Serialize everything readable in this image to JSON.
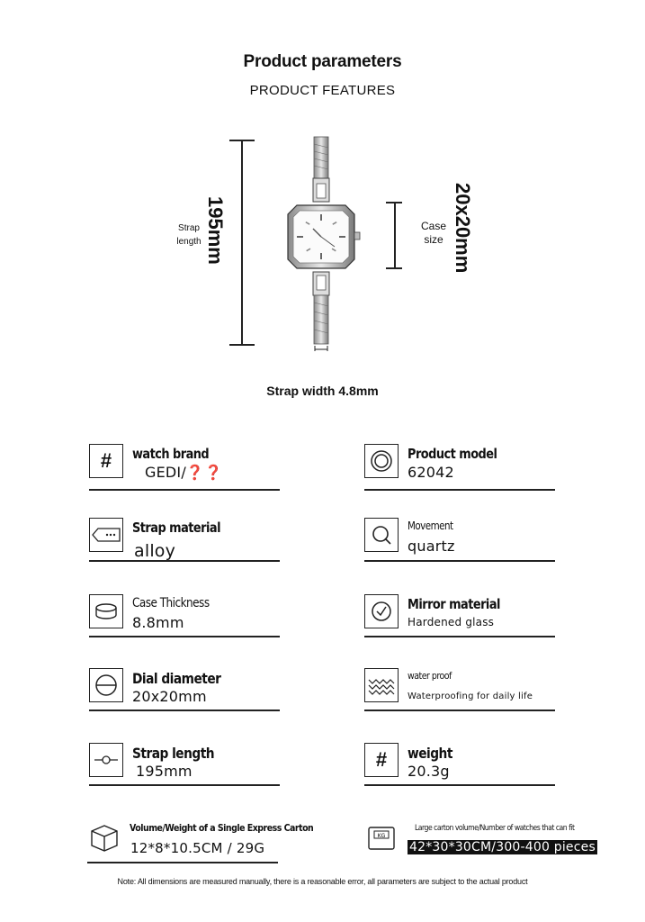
{
  "header": {
    "title": "Product parameters",
    "subtitle": "PRODUCT FEATURES"
  },
  "diagram": {
    "strap_length_dim": "195mm",
    "strap_length_label_line1": "Strap",
    "strap_length_label_line2": "length",
    "case_size_dim": "20x20mm",
    "case_size_label_line1": "Case",
    "case_size_label_line2": "size",
    "strap_width": "Strap width 4.8mm"
  },
  "params": {
    "brand": {
      "label": "watch brand",
      "value": "GEDI/❓❓",
      "icon": "hash-icon"
    },
    "model": {
      "label": "Product model",
      "value": "62042",
      "icon": "concentric-circle-icon"
    },
    "strap_material": {
      "label": "Strap material",
      "value": "alloy",
      "icon": "strap-icon"
    },
    "movement": {
      "label": "Movement",
      "value": "quartz",
      "icon": "magnifier-q-icon"
    },
    "case_thickness": {
      "label": "Case Thickness",
      "value": "8.8mm",
      "icon": "thickness-icon"
    },
    "mirror": {
      "label": "Mirror material",
      "value": "Hardened glass",
      "icon": "check-circle-icon"
    },
    "dial_diameter": {
      "label": "Dial diameter",
      "value": "20x20mm",
      "icon": "dial-icon"
    },
    "water_proof": {
      "label": "water proof",
      "value": "Waterproofing for daily life",
      "icon": "water-waves-icon"
    },
    "strap_length": {
      "label": "Strap length",
      "value": "195mm",
      "icon": "strap-length-icon"
    },
    "weight": {
      "label": "weight",
      "value": "20.3g",
      "icon": "hash-icon"
    },
    "carton_single": {
      "label": "Volume/Weight of a Single Express Carton",
      "value": "12*8*10.5CM / 29G",
      "icon": "box-icon"
    },
    "carton_large": {
      "label": "Large carton volume/Number of watches that can fit",
      "value": "42*30*30CM/300-400 pieces",
      "icon": "kg-scale-icon"
    }
  },
  "footer": {
    "note": "Note: All dimensions are measured manually, there is a reasonable error, all parameters are subject to the actual product"
  }
}
